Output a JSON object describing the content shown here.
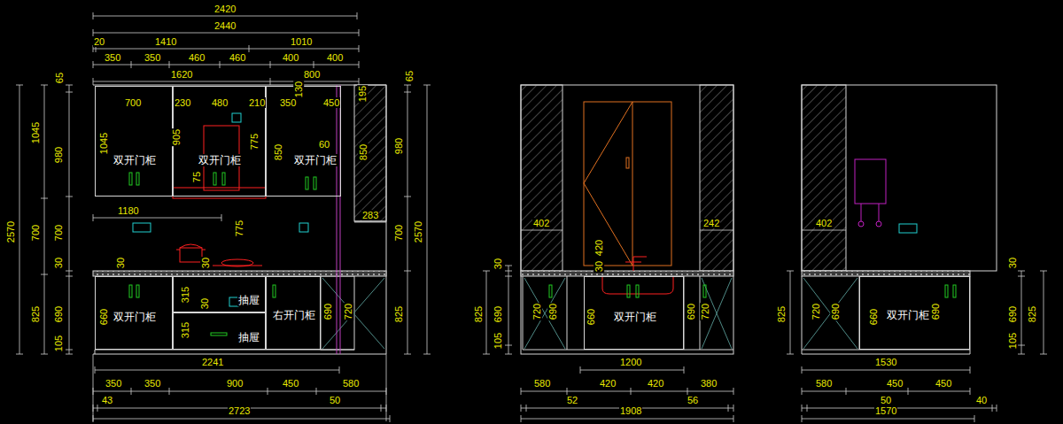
{
  "diagram": {
    "nodes": [
      {
        "text": [
          "双开门柜"
        ]
      },
      {
        "text": [
          "双开门柜"
        ]
      },
      {
        "text": [
          "双开门柜"
        ]
      },
      {
        "text": [
          "双开门柜"
        ]
      },
      {
        "text": [
          "抽屉"
        ]
      },
      {
        "text": [
          "抽屉"
        ]
      },
      {
        "text": [
          "右开门柜"
        ]
      },
      {
        "text": [
          "双开门柜"
        ]
      },
      {
        "text": [
          "双开门柜"
        ]
      }
    ],
    "labels": [
      "2420",
      "2440",
      "20",
      "1410",
      "1010",
      "350",
      "350",
      "460",
      "460",
      "400",
      "400",
      "1620",
      "800",
      "65",
      "65",
      "700",
      "230",
      "480",
      "210",
      "350",
      "450",
      "130",
      "195",
      "2570",
      "1045",
      "980",
      "700",
      "700",
      "825",
      "30",
      "690",
      "105",
      "1045",
      "905",
      "775",
      "850",
      "60",
      "850",
      "980",
      "2570",
      "75",
      "1180",
      "775",
      "283",
      "700",
      "30",
      "30",
      "825",
      "660",
      "315",
      "30",
      "315",
      "690",
      "720",
      "2241",
      "350",
      "350",
      "900",
      "450",
      "580",
      "43",
      "50",
      "2723",
      "402",
      "242",
      "420",
      "30",
      "30",
      "825",
      "690",
      "105",
      "720",
      "690",
      "660",
      "690",
      "720",
      "1200",
      "580",
      "420",
      "420",
      "380",
      "52",
      "1908",
      "56",
      "402",
      "825",
      "720",
      "690",
      "660",
      "690",
      "30",
      "690",
      "825",
      "105",
      "1530",
      "580",
      "450",
      "450",
      "50",
      "1570",
      "40"
    ]
  }
}
